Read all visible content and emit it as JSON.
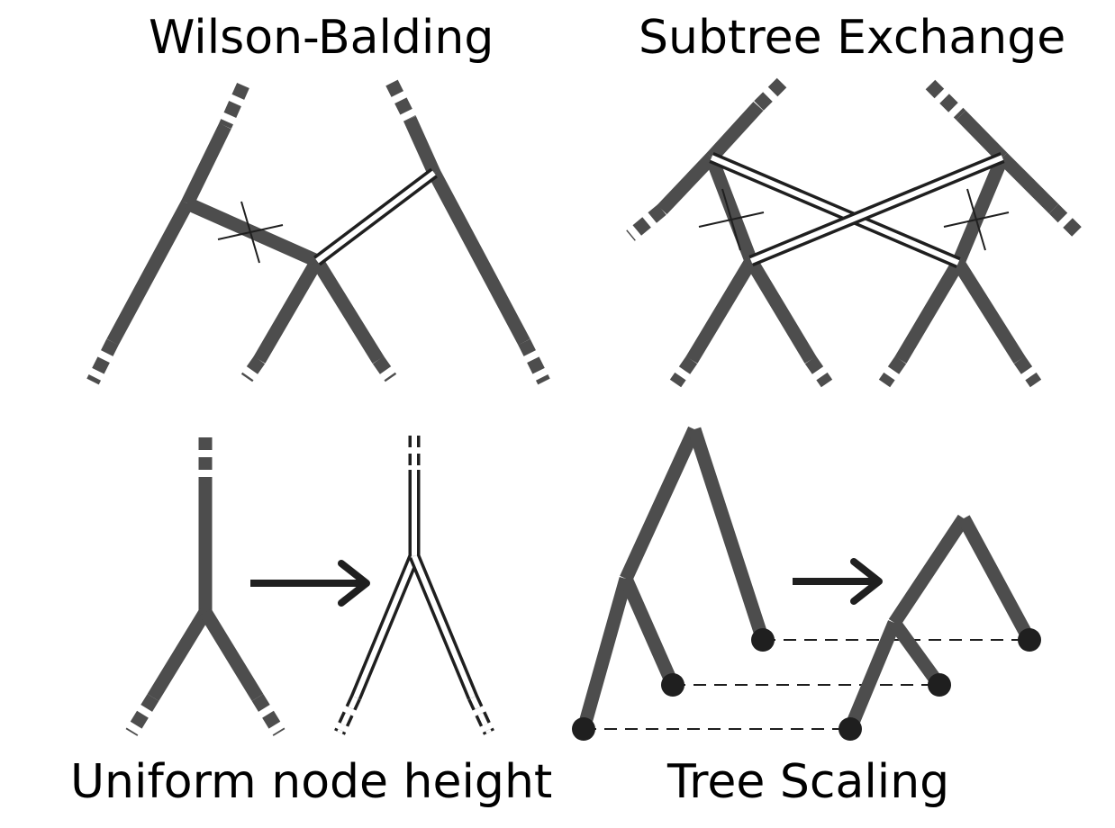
{
  "panels": {
    "wilson_balding": {
      "title": "Wilson-Balding"
    },
    "subtree_exchange": {
      "title": "Subtree Exchange"
    },
    "uniform_node_height": {
      "title": "Uniform node height"
    },
    "tree_scaling": {
      "title": "Tree Scaling"
    }
  },
  "colors": {
    "branch": "#4d4d4d",
    "outline": "#1f1f1f",
    "tip_node": "#1f1f1f",
    "background": "#ffffff",
    "text": "#000000"
  },
  "icons": {
    "move_arrow": "right-arrow-icon",
    "removed_branch": "x-mark-icon"
  }
}
